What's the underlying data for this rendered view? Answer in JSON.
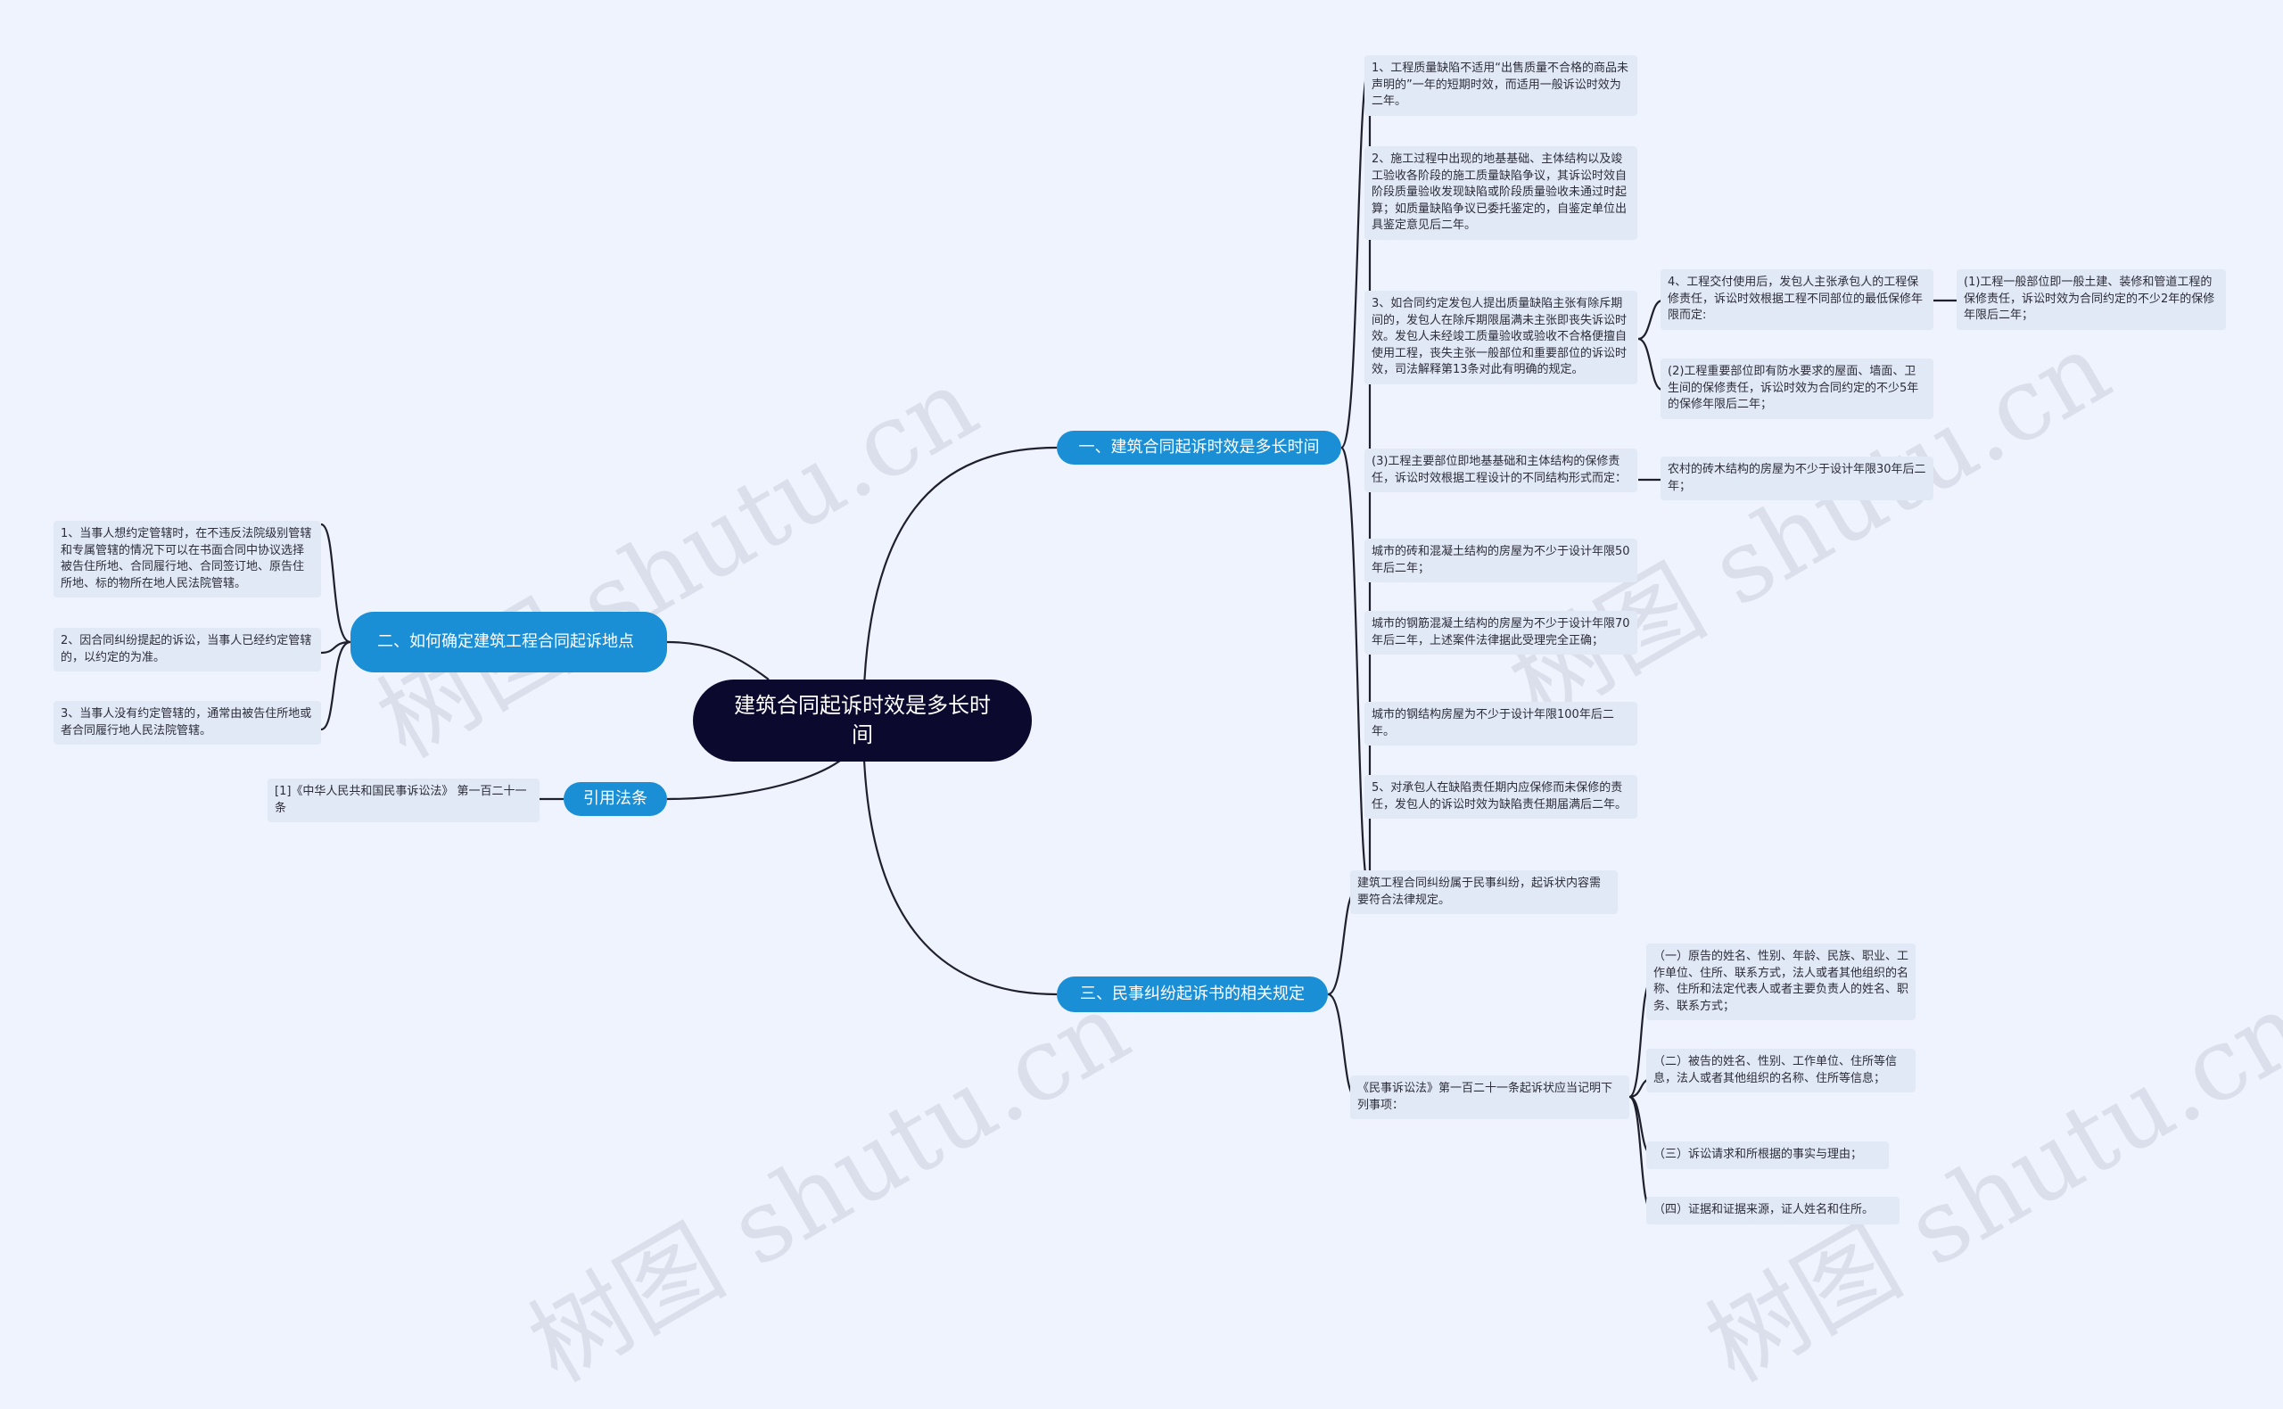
{
  "watermark": "树图 shutu.cn",
  "root": {
    "label": "建筑合同起诉时效是多长时间"
  },
  "branches": {
    "b1": {
      "label": "一、建筑合同起诉时效是多长时间",
      "items": {
        "i1": "1、工程质量缺陷不适用“出售质量不合格的商品未声明的”一年的短期时效，而适用一般诉讼时效为二年。",
        "i2": "2、施工过程中出现的地基基础、主体结构以及竣工验收各阶段的施工质量缺陷争议，其诉讼时效自阶段质量验收发现缺陷或阶段质量验收未通过时起算；如质量缺陷争议已委托鉴定的，自鉴定单位出具鉴定意见后二年。",
        "i3": "3、如合同约定发包人提出质量缺陷主张有除斥期间的，发包人在除斥期限届满未主张即丧失诉讼时效。发包人未经竣工质量验收或验收不合格便擅自使用工程，丧失主张一般部位和重要部位的诉讼时效，司法解释第13条对此有明确的规定。",
        "i3a": "4、工程交付使用后，发包人主张承包人的工程保修责任，诉讼时效根据工程不同部位的最低保修年限而定:",
        "i3a1": "(1)工程一般部位即一般土建、装修和管道工程的保修责任，诉讼时效为合同约定的不少2年的保修年限后二年；",
        "i3b": "(2)工程重要部位即有防水要求的屋面、墙面、卫生间的保修责任，诉讼时效为合同约定的不少5年的保修年限后二年；",
        "i4": "(3)工程主要部位即地基基础和主体结构的保修责任，诉讼时效根据工程设计的不同结构形式而定：",
        "i4a": "农村的砖木结构的房屋为不少于设计年限30年后二年；",
        "i5": "城市的砖和混凝土结构的房屋为不少于设计年限50年后二年；",
        "i6": "城市的钢筋混凝土结构的房屋为不少于设计年限70年后二年，上述案件法律据此受理完全正确；",
        "i7": "城市的钢结构房屋为不少于设计年限100年后二年。",
        "i8": "5、对承包人在缺陷责任期内应保修而未保修的责任，发包人的诉讼时效为缺陷责任期届满后二年。"
      }
    },
    "b2": {
      "label": "二、如何确定建筑工程合同起诉地点",
      "items": {
        "l1": "1、当事人想约定管辖时，在不违反法院级别管辖和专属管辖的情况下可以在书面合同中协议选择被告住所地、合同履行地、合同签订地、原告住所地、标的物所在地人民法院管辖。",
        "l2": "2、因合同纠纷提起的诉讼，当事人已经约定管辖的，以约定的为准。",
        "l3": "3、当事人没有约定管辖的，通常由被告住所地或者合同履行地人民法院管辖。"
      }
    },
    "b3": {
      "label": "引用法条",
      "items": {
        "r1": "[1]《中华人民共和国民事诉讼法》 第一百二十一条"
      }
    },
    "b4": {
      "label": "三、民事纠纷起诉书的相关规定",
      "items": {
        "m1": "建筑工程合同纠纷属于民事纠纷，起诉状内容需要符合法律规定。",
        "m2": "《民事诉讼法》第一百二十一条起诉状应当记明下列事项：",
        "m2a": "（一）原告的姓名、性别、年龄、民族、职业、工作单位、住所、联系方式，法人或者其他组织的名称、住所和法定代表人或者主要负责人的姓名、职务、联系方式；",
        "m2b": "（二）被告的姓名、性别、工作单位、住所等信息，法人或者其他组织的名称、住所等信息；",
        "m2c": "（三）诉讼请求和所根据的事实与理由；",
        "m2d": "（四）证据和证据来源，证人姓名和住所。"
      }
    }
  }
}
